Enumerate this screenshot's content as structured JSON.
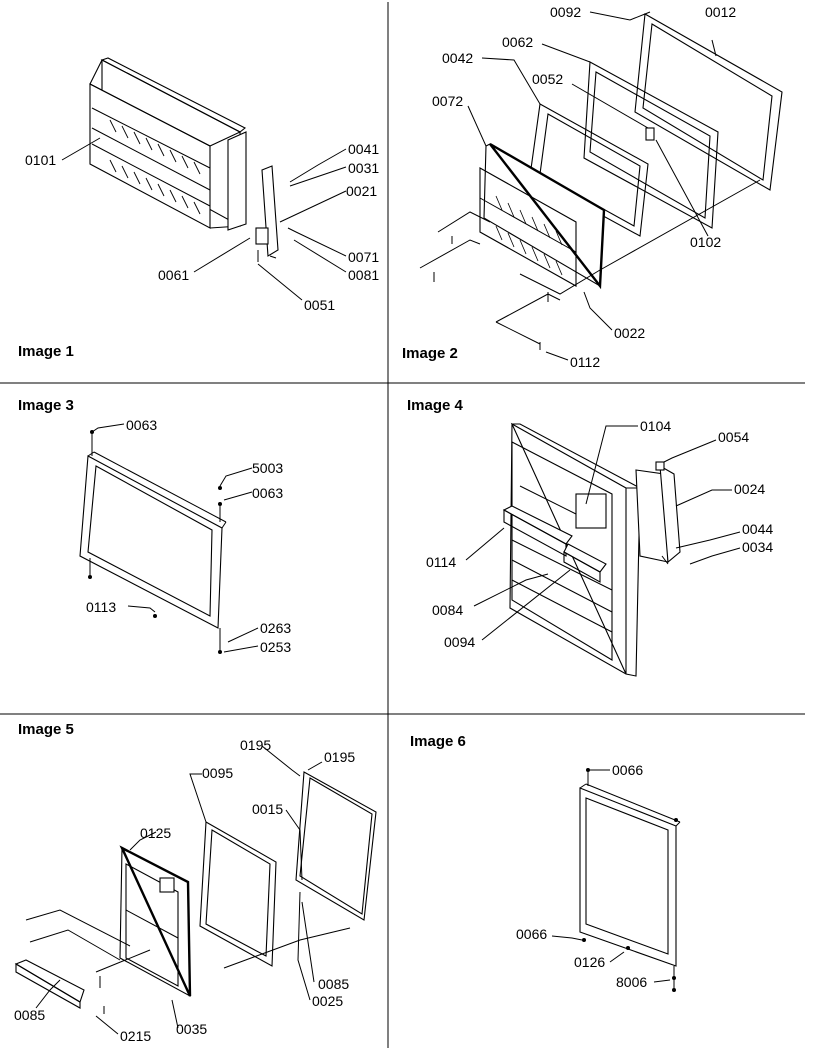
{
  "panels": [
    {
      "title": "Image 1",
      "parts": [
        "0101",
        "0041",
        "0031",
        "0021",
        "0071",
        "0081",
        "0061",
        "0051"
      ]
    },
    {
      "title": "Image 2",
      "parts": [
        "0092",
        "0012",
        "0062",
        "0042",
        "0052",
        "0072",
        "0102",
        "0022",
        "0112"
      ]
    },
    {
      "title": "Image 3",
      "parts": [
        "0063",
        "5003",
        "0063",
        "0113",
        "0263",
        "0253"
      ]
    },
    {
      "title": "Image 4",
      "parts": [
        "0104",
        "0054",
        "0024",
        "0044",
        "0034",
        "0114",
        "0084",
        "0094"
      ]
    },
    {
      "title": "Image 5",
      "parts": [
        "0195",
        "0195",
        "0095",
        "0125",
        "0015",
        "0085",
        "0025",
        "0085",
        "0215",
        "0035"
      ]
    },
    {
      "title": "Image 6",
      "parts": [
        "0066",
        "0066",
        "0126",
        "8006"
      ]
    }
  ]
}
